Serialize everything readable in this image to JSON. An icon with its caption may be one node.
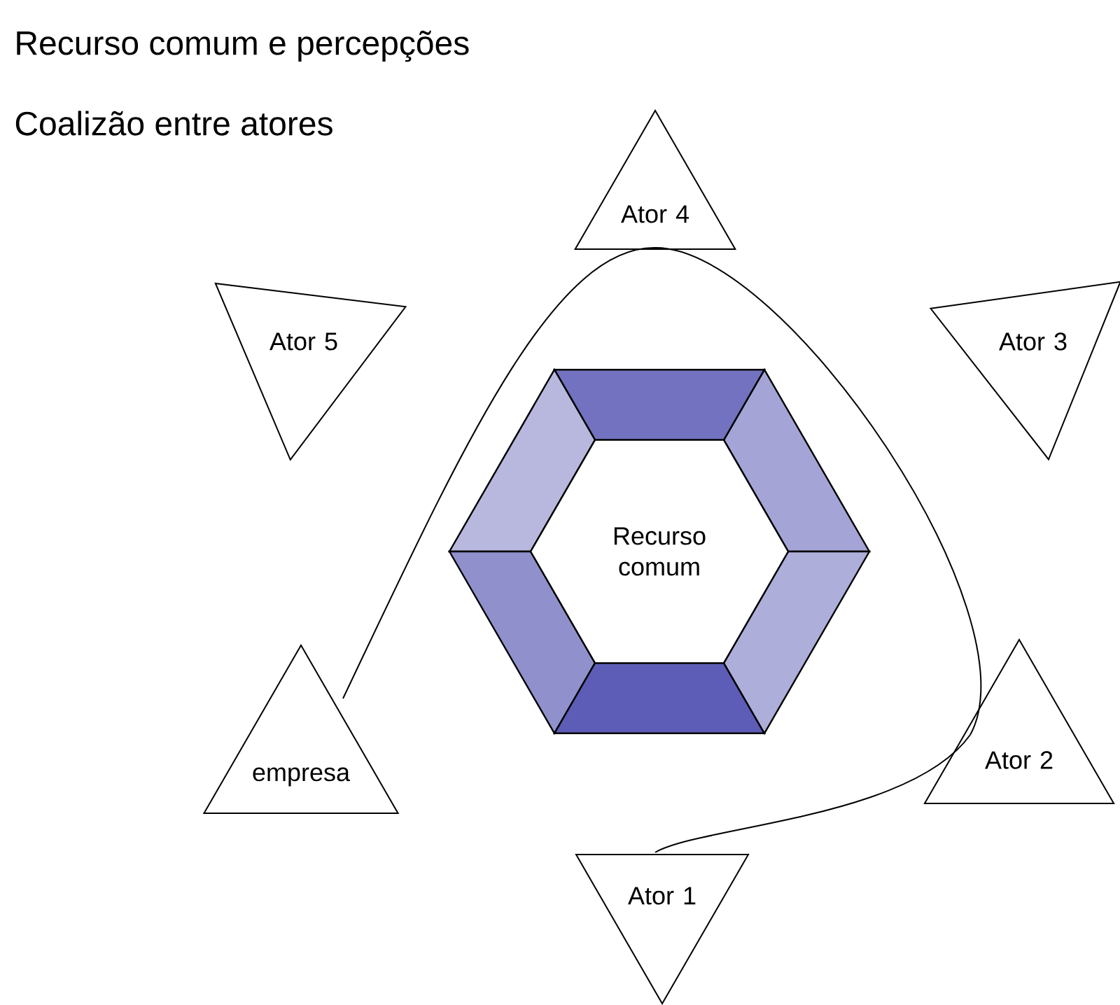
{
  "diagram": {
    "nodes": [
      {
        "text": [
          "Ator 4"
        ]
      },
      {
        "text": [
          "Ator 5"
        ]
      },
      {
        "text": [
          "Ator 3"
        ]
      },
      {
        "text": [
          "Recurso comum"
        ]
      },
      {
        "text": [
          "empresa"
        ]
      },
      {
        "text": [
          "Ator 2"
        ]
      },
      {
        "text": [
          "Ator 1"
        ]
      }
    ],
    "edges": [
      {
        "from": 4,
        "to": 0,
        "arrow": "none"
      },
      {
        "from": 0,
        "to": 5,
        "arrow": "none"
      },
      {
        "from": 5,
        "to": 6,
        "arrow": "none"
      }
    ],
    "labels": [
      "Recurso comum e percepções",
      "Coalizão entre atores"
    ]
  }
}
